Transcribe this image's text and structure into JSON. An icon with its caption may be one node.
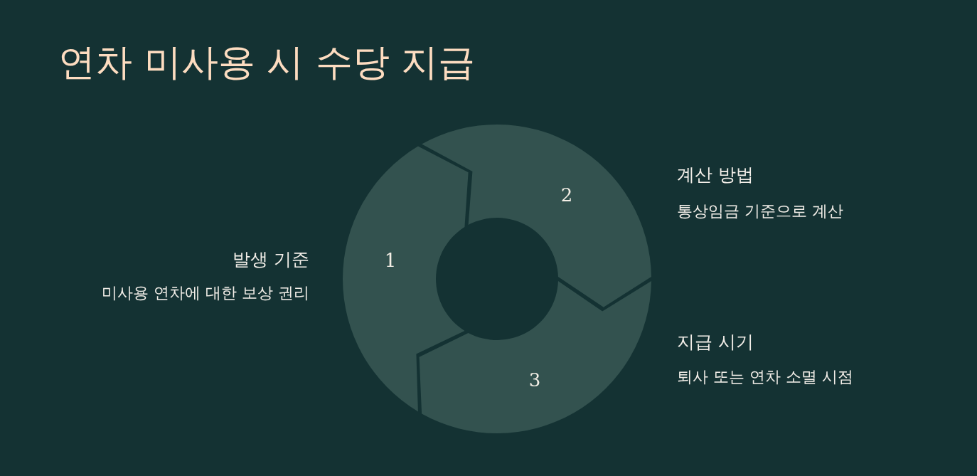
{
  "diagram": {
    "title": "연차 미사용 시 수당 지급",
    "nodes": [
      {
        "text": [
          "1"
        ],
        "beside": [
          "발생 기준",
          "미사용 연차에 대한 보상 권리"
        ]
      },
      {
        "text": [
          "2"
        ],
        "beside": [
          "계산 방법",
          "통상임금 기준으로 계산"
        ]
      },
      {
        "text": [
          "3"
        ],
        "beside": [
          "지급 시기",
          "퇴사 또는 연차 소멸 시점"
        ]
      }
    ]
  }
}
